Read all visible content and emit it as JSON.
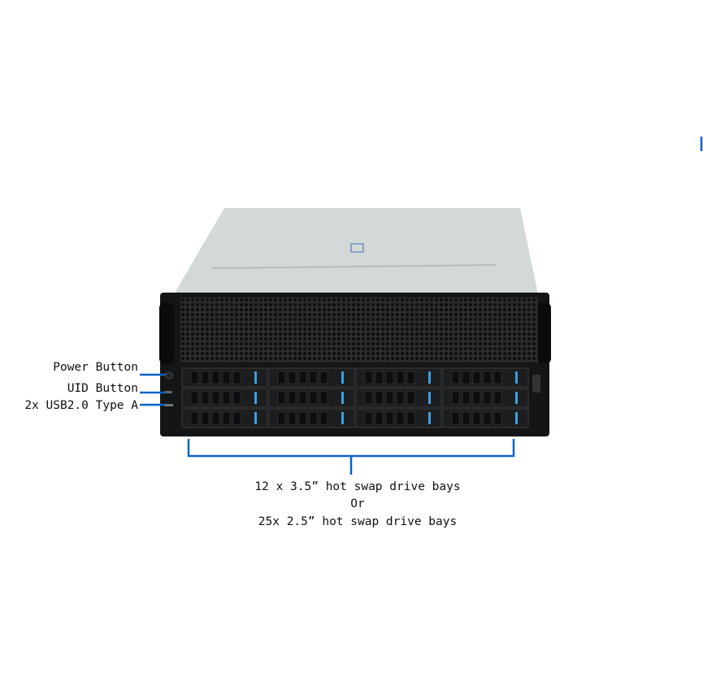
{
  "callouts": {
    "power_button": "Power Button",
    "uid_button": "UID Button",
    "usb": "2x USB2.0 Type A"
  },
  "drive_bays": {
    "line1": "12 x 3.5”  hot swap drive bays",
    "line2": "Or",
    "line3": "25x 2.5”  hot swap drive bays",
    "rows": 3,
    "columns": 4
  },
  "colors": {
    "accent": "#0a62c4",
    "chassis": "#141516",
    "lid": "#d3d8d8",
    "drive_latch": "#3aa0e0"
  }
}
